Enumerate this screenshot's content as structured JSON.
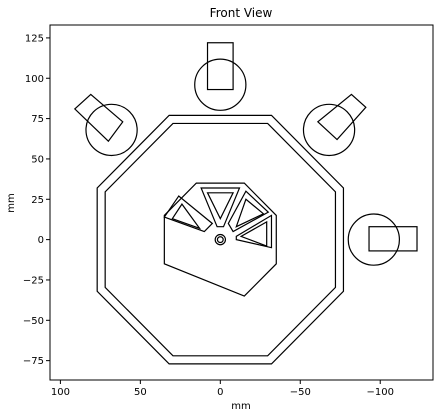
{
  "chart_data": {
    "type": "line",
    "title": "Front View",
    "xlabel": "mm",
    "ylabel": "mm",
    "x_inverted": true,
    "xlim": [
      106.5,
      -133
    ],
    "ylim": [
      -87,
      133
    ],
    "grid": false,
    "xticks": [
      100,
      50,
      0,
      -50,
      -100
    ],
    "xtick_labels": [
      "100",
      "50",
      "0",
      "−50",
      "−100"
    ],
    "yticks": [
      125,
      100,
      75,
      50,
      25,
      0,
      -25,
      -50,
      -75
    ],
    "ytick_labels": [
      "125",
      "100",
      "75",
      "50",
      "25",
      "0",
      "−25",
      "−50",
      "−75"
    ],
    "color": "#000000",
    "series": [
      {
        "id": "outer-octagon",
        "kind": "polyline",
        "closed": true,
        "points": [
          [
            -32,
            77
          ],
          [
            32,
            77
          ],
          [
            77,
            32
          ],
          [
            77,
            -32
          ],
          [
            32,
            -77
          ],
          [
            -32,
            -77
          ],
          [
            -77,
            -32
          ],
          [
            -77,
            32
          ]
        ]
      },
      {
        "id": "inner-octagon",
        "kind": "polyline",
        "closed": true,
        "points": [
          [
            -29.6,
            72
          ],
          [
            29.6,
            72
          ],
          [
            72,
            29.6
          ],
          [
            72,
            -29.6
          ],
          [
            29.6,
            -72
          ],
          [
            -29.6,
            -72
          ],
          [
            -72,
            -29.6
          ],
          [
            -72,
            29.6
          ]
        ]
      },
      {
        "id": "center-body",
        "kind": "polyline",
        "closed": true,
        "points": [
          [
            15,
            35
          ],
          [
            -15,
            35
          ],
          [
            -35,
            15
          ],
          [
            -35,
            -15
          ],
          [
            -15,
            -35
          ],
          [
            35,
            -15
          ],
          [
            35,
            15
          ]
        ]
      },
      {
        "id": "pocket-top",
        "kind": "polyline",
        "closed": true,
        "points": [
          [
            12,
            32
          ],
          [
            -12,
            32
          ],
          [
            -2,
            8
          ],
          [
            2,
            8
          ]
        ]
      },
      {
        "id": "pocket-top-inner",
        "kind": "polyline",
        "closed": true,
        "points": [
          [
            8,
            29
          ],
          [
            -8,
            29
          ],
          [
            0,
            13
          ]
        ]
      },
      {
        "id": "pocket-left",
        "kind": "polyline",
        "closed": true,
        "points": [
          [
            26,
            27
          ],
          [
            35,
            14
          ],
          [
            10,
            5
          ],
          [
            5,
            10
          ]
        ]
      },
      {
        "id": "pocket-left-inner",
        "kind": "polyline",
        "closed": true,
        "points": [
          [
            24,
            22
          ],
          [
            30,
            13
          ],
          [
            13,
            7
          ]
        ]
      },
      {
        "id": "pocket-right",
        "kind": "polyline",
        "closed": true,
        "points": [
          [
            -16,
            30
          ],
          [
            -30,
            17
          ],
          [
            -8,
            5
          ],
          [
            -5,
            10
          ]
        ]
      },
      {
        "id": "pocket-right-inner",
        "kind": "polyline",
        "closed": true,
        "points": [
          [
            -16,
            25
          ],
          [
            -27,
            16
          ],
          [
            -10,
            8
          ]
        ]
      },
      {
        "id": "pocket-bottom-right",
        "kind": "polyline",
        "closed": true,
        "points": [
          [
            -32,
            -5
          ],
          [
            -32,
            15
          ],
          [
            -10,
            2
          ],
          [
            -10,
            0
          ]
        ]
      },
      {
        "id": "pocket-bottom-right-inner",
        "kind": "polyline",
        "closed": true,
        "points": [
          [
            -29,
            -4
          ],
          [
            -29,
            11
          ],
          [
            -13,
            2
          ]
        ]
      },
      {
        "id": "center-hole-outer",
        "kind": "circle",
        "cx": 0,
        "cy": 0,
        "r": 3.2
      },
      {
        "id": "center-hole-inner",
        "kind": "circle",
        "cx": 0,
        "cy": 0,
        "r": 1.8
      },
      {
        "id": "top-rect",
        "kind": "rect",
        "x0": -8,
        "y0": 93,
        "x1": 8,
        "y1": 122
      },
      {
        "id": "top-circle",
        "kind": "circle",
        "cx": 0,
        "cy": 96,
        "r": 16
      },
      {
        "id": "upper-left-diamond",
        "kind": "polyline",
        "closed": true,
        "points": [
          [
            91,
            81
          ],
          [
            81,
            90
          ],
          [
            61,
            73
          ],
          [
            70,
            61
          ]
        ]
      },
      {
        "id": "upper-left-circle",
        "kind": "circle",
        "cx": 68,
        "cy": 68,
        "r": 16
      },
      {
        "id": "upper-right-diamond",
        "kind": "polyline",
        "closed": true,
        "points": [
          [
            -61,
            73
          ],
          [
            -73,
            62
          ],
          [
            -91,
            82
          ],
          [
            -82,
            90
          ]
        ]
      },
      {
        "id": "upper-right-circle",
        "kind": "circle",
        "cx": -68,
        "cy": 68,
        "r": 16
      },
      {
        "id": "right-rect",
        "kind": "rect",
        "x0": -93,
        "y0": -7,
        "x1": -123,
        "y1": 8
      },
      {
        "id": "right-circle",
        "kind": "circle",
        "cx": -96,
        "cy": 0,
        "r": 16
      }
    ]
  }
}
